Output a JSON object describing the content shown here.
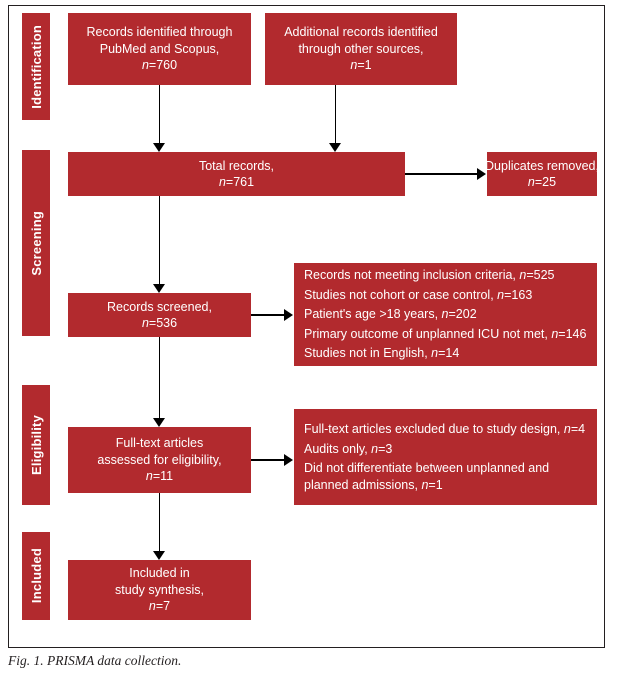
{
  "figure": {
    "caption": "Fig. 1. PRISMA data collection.",
    "accent_color": "#b22a2e",
    "connector_color": "#000000",
    "frame_color": "#231f20",
    "text_color": "#ffffff"
  },
  "stages": [
    {
      "id": "identification",
      "label": "Identification"
    },
    {
      "id": "screening",
      "label": "Screening"
    },
    {
      "id": "eligibility",
      "label": "Eligibility"
    },
    {
      "id": "included",
      "label": "Included"
    }
  ],
  "boxes": {
    "records_identified": {
      "line1": "Records identified through",
      "line2": "PubMed and Scopus,",
      "n_label": "n",
      "n_value": "=760"
    },
    "additional_records": {
      "line1": "Additional records identified",
      "line2": "through other sources,",
      "n_label": "n",
      "n_value": "=1"
    },
    "total_records": {
      "line1": "Total records,",
      "n_label": "n",
      "n_value": "=761"
    },
    "duplicates_removed": {
      "line1": "Duplicates removed,",
      "n_label": "n",
      "n_value": "=25"
    },
    "records_screened": {
      "line1": "Records screened,",
      "n_label": "n",
      "n_value": "=536"
    },
    "screening_exclusions": {
      "items": [
        {
          "text": "Records not meeting inclusion criteria, ",
          "n_label": "n",
          "n_value": "=525"
        },
        {
          "text": "Studies not cohort or case control, ",
          "n_label": "n",
          "n_value": "=163"
        },
        {
          "text": "Patient's age >18 years, ",
          "n_label": "n",
          "n_value": "=202"
        },
        {
          "text": "Primary outcome of unplanned ICU not met, ",
          "n_label": "n",
          "n_value": "=146"
        },
        {
          "text": "Studies not in English, ",
          "n_label": "n",
          "n_value": "=14"
        }
      ]
    },
    "fulltext_assessed": {
      "line1": "Full-text articles",
      "line2": "assessed for eligibility,",
      "n_label": "n",
      "n_value": "=11"
    },
    "eligibility_exclusions": {
      "items": [
        {
          "text": "Full-text articles excluded due to study design, ",
          "n_label": "n",
          "n_value": "=4"
        },
        {
          "text": "Audits only, ",
          "n_label": "n",
          "n_value": "=3"
        },
        {
          "text": "Did not differentiate between unplanned and planned admissions, ",
          "n_label": "n",
          "n_value": "=1"
        }
      ]
    },
    "included_synthesis": {
      "line1": "Included in",
      "line2": "study synthesis,",
      "n_label": "n",
      "n_value": "=7"
    }
  }
}
